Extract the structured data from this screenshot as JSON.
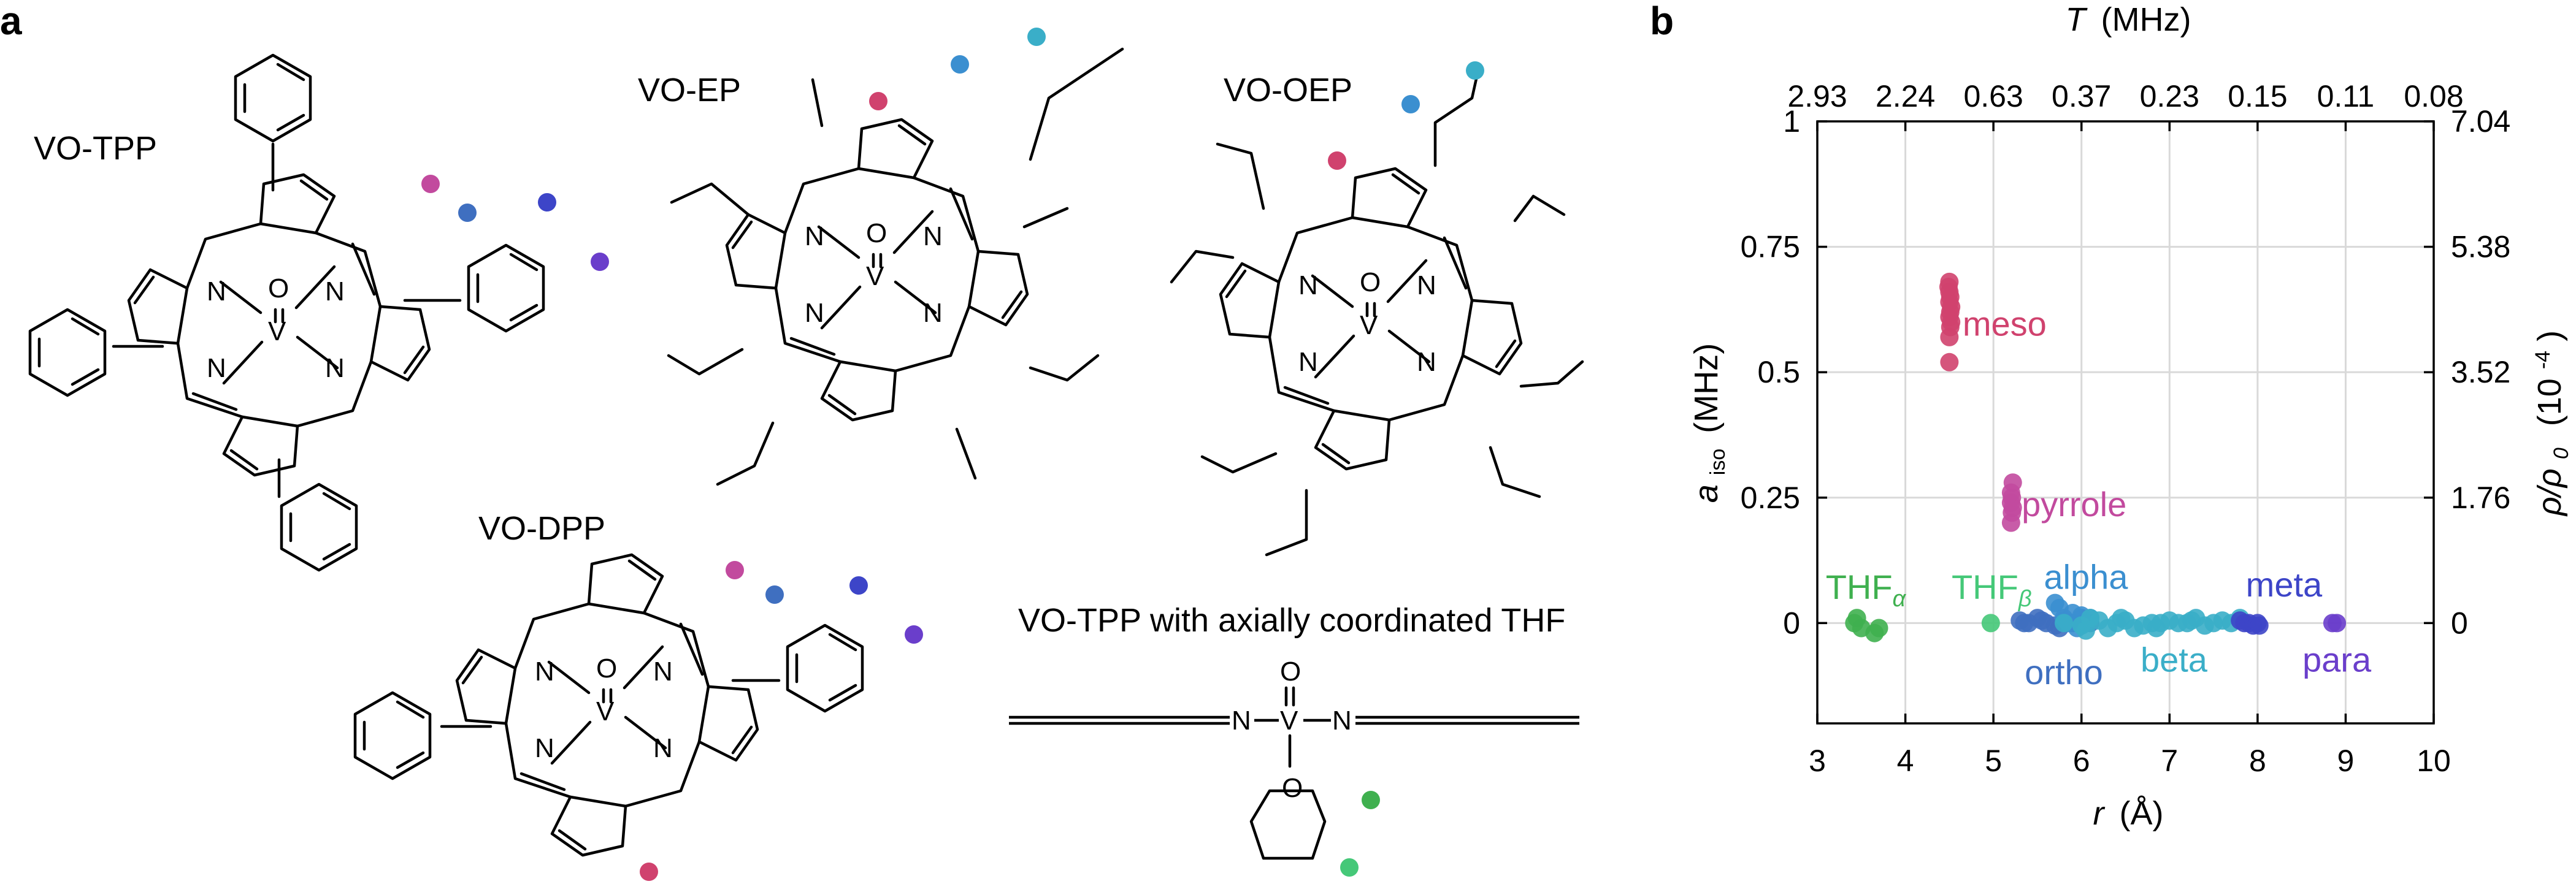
{
  "panels": {
    "a": "a",
    "b": "b"
  },
  "molecules": {
    "vo_tpp": "VO-TPP",
    "vo_ep": "VO-EP",
    "vo_oep": "VO-OEP",
    "vo_dpp": "VO-DPP",
    "vo_tpp_thf": "VO-TPP with axially coordinated THF"
  },
  "atoms": {
    "n": "N",
    "v": "V",
    "o": "O"
  },
  "colors": {
    "meso": "#d0426e",
    "pyrrole": "#c24a9e",
    "ortho": "#3f6fc0",
    "meta": "#3d45c8",
    "para": "#6a3ecb",
    "alpha": "#3b8fd0",
    "beta": "#3aaec8",
    "thf_alpha": "#3fb04f",
    "thf_beta": "#45c878"
  },
  "chart_data": {
    "type": "scatter",
    "xlabel_var": "r",
    "xlabel_unit": "(Å)",
    "ylabel_var": "a",
    "ylabel_sub": "iso",
    "ylabel_unit": "(MHz)",
    "y2label_main": "ρ/ρ",
    "y2label_sub": "0",
    "y2label_unit": "(10",
    "y2label_exp": "-4",
    "y2label_close": ")",
    "x2label_var": "T",
    "x2label_unit": "(MHz)",
    "xlim": [
      3,
      10
    ],
    "ylim": [
      -0.2,
      1.0
    ],
    "grid": true,
    "x_ticks": [
      "3",
      "4",
      "5",
      "6",
      "7",
      "8",
      "9",
      "10"
    ],
    "y_ticks": [
      "0",
      "0.25",
      "0.5",
      "0.75",
      "1"
    ],
    "y2_ticks": [
      "0",
      "1.76",
      "3.52",
      "5.38",
      "7.04"
    ],
    "x2_ticks": [
      "2.93",
      "2.24",
      "0.63",
      "0.37",
      "0.23",
      "0.15",
      "0.11",
      "0.08"
    ],
    "series": [
      {
        "name": "meso",
        "color_key": "meso",
        "x": [
          4.5,
          4.5,
          4.51,
          4.52,
          4.5,
          4.51,
          4.52,
          4.5,
          4.51,
          4.5,
          4.49,
          4.5
        ],
        "y": [
          0.52,
          0.57,
          0.59,
          0.6,
          0.61,
          0.62,
          0.63,
          0.64,
          0.65,
          0.66,
          0.67,
          0.68
        ]
      },
      {
        "name": "pyrrole",
        "color_key": "pyrrole",
        "x": [
          5.2,
          5.21,
          5.22,
          5.2,
          5.21,
          5.2,
          5.22
        ],
        "y": [
          0.2,
          0.22,
          0.23,
          0.24,
          0.25,
          0.26,
          0.28
        ]
      },
      {
        "name": "THF",
        "sub": "α",
        "color_key": "thf_alpha",
        "x": [
          3.42,
          3.45,
          3.5,
          3.65,
          3.7
        ],
        "y": [
          0.0,
          0.01,
          -0.01,
          -0.02,
          -0.01
        ]
      },
      {
        "name": "THF",
        "sub": "β",
        "color_key": "thf_beta",
        "x": [
          4.97
        ],
        "y": [
          0.0
        ]
      },
      {
        "name": "ortho",
        "color_key": "ortho",
        "x": [
          5.3,
          5.4,
          5.5,
          5.6,
          5.7,
          5.8,
          5.9,
          6.0,
          6.1,
          5.35,
          5.55,
          5.75
        ],
        "y": [
          0.005,
          0.0,
          0.01,
          0.0,
          -0.005,
          0.005,
          0.0,
          0.01,
          0.0,
          0.0,
          0.005,
          -0.01
        ]
      },
      {
        "name": "alpha",
        "color_key": "alpha",
        "x": [
          5.7,
          5.75,
          5.8,
          5.9,
          6.0,
          6.05,
          6.1,
          5.85,
          5.95
        ],
        "y": [
          0.04,
          0.03,
          0.01,
          0.02,
          0.015,
          0.0,
          0.01,
          0.0,
          -0.01
        ]
      },
      {
        "name": "beta",
        "color_key": "beta",
        "x": [
          5.8,
          6.0,
          6.2,
          6.4,
          6.6,
          6.8,
          7.0,
          7.2,
          7.4,
          7.6,
          7.8,
          6.1,
          6.3,
          6.5,
          6.7,
          6.9,
          7.1,
          7.3,
          7.5,
          7.7,
          6.05,
          6.45,
          6.85,
          7.25
        ],
        "y": [
          0.0,
          -0.005,
          0.005,
          0.0,
          -0.01,
          0.0,
          0.005,
          0.0,
          -0.005,
          0.005,
          0.01,
          0.01,
          -0.01,
          0.005,
          -0.005,
          0.0,
          0.0,
          0.01,
          0.0,
          0.0,
          -0.015,
          0.01,
          -0.01,
          0.005
        ]
      },
      {
        "name": "meta",
        "color_key": "meta",
        "x": [
          7.8,
          7.85,
          7.9,
          7.95,
          8.0,
          8.02
        ],
        "y": [
          0.005,
          0.0,
          0.0,
          -0.005,
          0.0,
          -0.005
        ]
      },
      {
        "name": "para",
        "color_key": "para",
        "x": [
          8.85,
          8.9
        ],
        "y": [
          0.0,
          0.0
        ]
      }
    ]
  }
}
